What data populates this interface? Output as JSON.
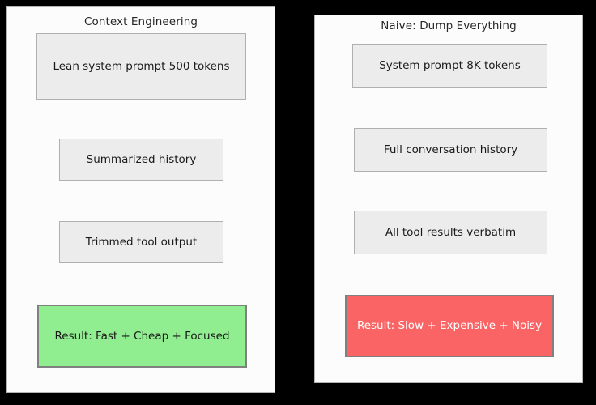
{
  "background_color": "#000000",
  "panels": {
    "left": {
      "title": "Context Engineering",
      "nodes": {
        "lean_prompt": "Lean system prompt 500 tokens",
        "summarized_history": "Summarized history",
        "trimmed_tool_output": "Trimmed tool output",
        "result": "Result: Fast + Cheap + Focused"
      },
      "colors": {
        "panel_background": "#fcfcfc",
        "panel_border": "#b4b4b4",
        "node_fill": "#ececec",
        "node_border": "#b0b0b0",
        "result_fill": "#90ee90",
        "result_border": "#808080",
        "result_text": "#1a1a1a"
      }
    },
    "right": {
      "title": "Naive: Dump Everything",
      "nodes": {
        "system_prompt": "System prompt 8K tokens",
        "full_history": "Full conversation history",
        "all_tool_results": "All tool results verbatim",
        "result": "Result: Slow + Expensive + Noisy"
      },
      "colors": {
        "panel_background": "#fcfcfc",
        "panel_border": "#b4b4b4",
        "node_fill": "#ececec",
        "node_border": "#b0b0b0",
        "result_fill": "#fa6464",
        "result_border": "#808080",
        "result_text": "#ffffff"
      }
    }
  }
}
